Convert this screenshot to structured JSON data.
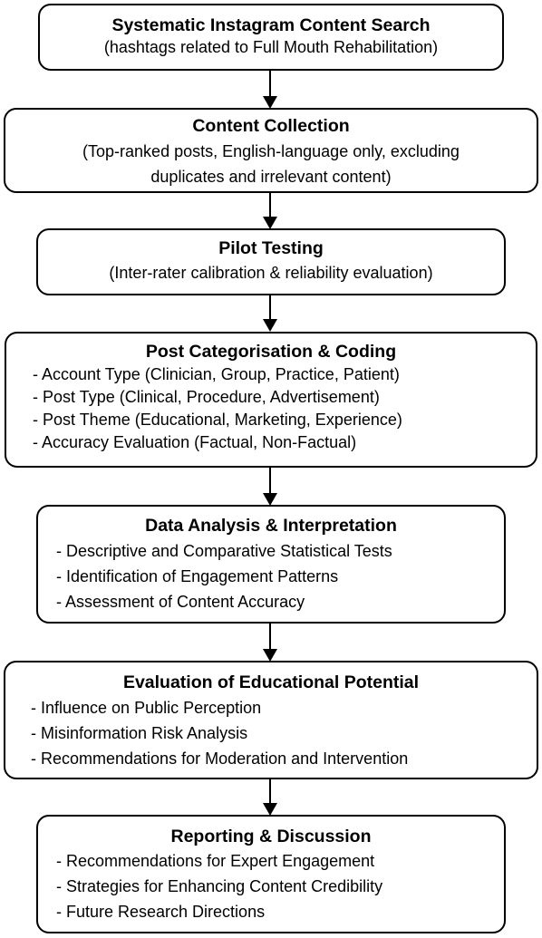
{
  "steps": [
    {
      "title": "Systematic Instagram Content Search",
      "lines": [
        "(hashtags related to Full Mouth Rehabilitation)"
      ]
    },
    {
      "title": "Content Collection",
      "lines": [
        "(Top-ranked posts, English-language only, excluding",
        "duplicates and irrelevant content)"
      ]
    },
    {
      "title": "Pilot Testing",
      "lines": [
        "(Inter-rater calibration & reliability evaluation)"
      ]
    },
    {
      "title": "Post Categorisation & Coding",
      "bullets": [
        "- Account Type (Clinician, Group, Practice, Patient)",
        "- Post Type (Clinical, Procedure, Advertisement)",
        "- Post Theme (Educational, Marketing, Experience)",
        "- Accuracy Evaluation (Factual, Non-Factual)"
      ]
    },
    {
      "title": "Data Analysis & Interpretation",
      "bullets": [
        "- Descriptive and Comparative Statistical Tests",
        "- Identification of Engagement Patterns",
        "- Assessment of Content Accuracy"
      ]
    },
    {
      "title": "Evaluation of Educational Potential",
      "bullets": [
        "- Influence on Public Perception",
        "- Misinformation Risk Analysis",
        "- Recommendations for Moderation and Intervention"
      ]
    },
    {
      "title": "Reporting & Discussion",
      "bullets": [
        "- Recommendations for Expert Engagement",
        "- Strategies for Enhancing Content Credibility",
        "- Future Research Directions"
      ]
    }
  ]
}
